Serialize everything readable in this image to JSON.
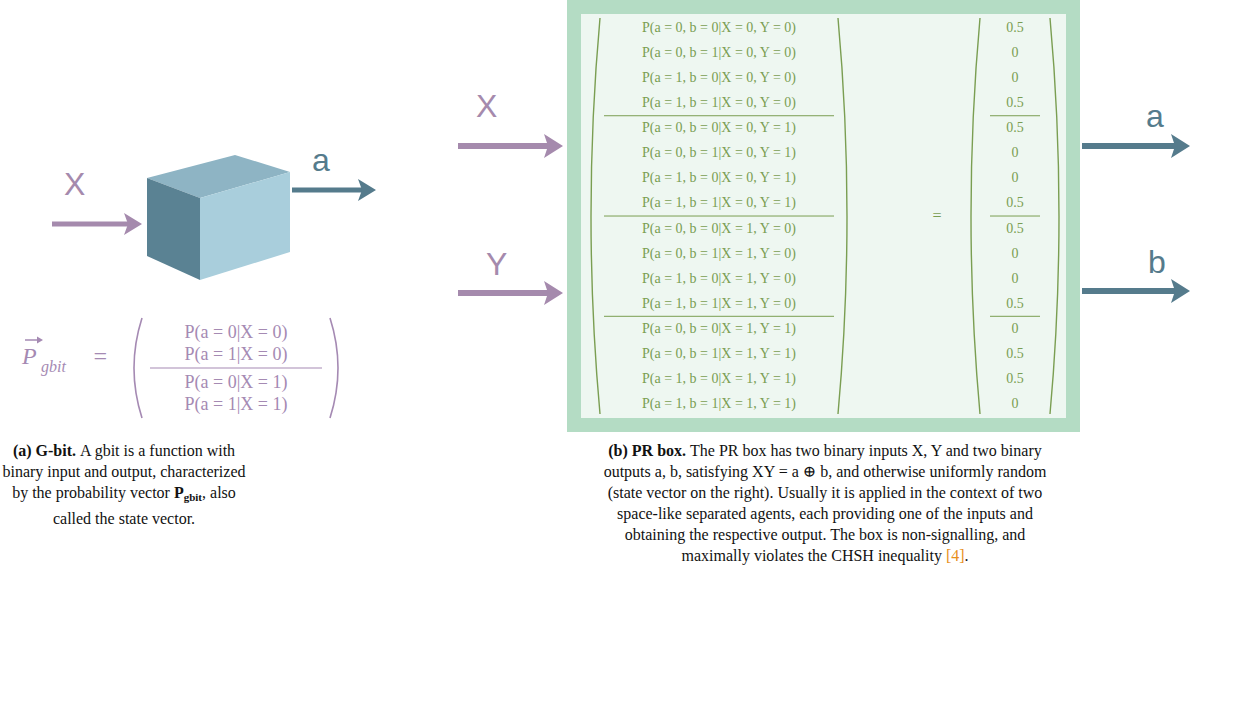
{
  "diagram": {
    "nodes": [
      {
        "text": [
          "P(a = 0, b = 0|X = 0, Y = 0)",
          "P(a = 0, b = 1|X = 0, Y = 0)",
          "P(a = 1, b = 0|X = 0, Y = 0)",
          "P(a = 1, b = 1|X = 0, Y = 0)",
          "P(a = 0, b = 0|X = 0, Y = 1)",
          "P(a = 0, b = 1|X = 0, Y = 1)",
          "P(a = 1, b = 0|X = 0, Y = 1)",
          "P(a = 1, b = 1|X = 0, Y = 1)",
          "P(a = 0, b = 0|X = 1, Y = 0)",
          "P(a = 0, b = 1|X = 1, Y = 0)",
          "P(a = 1, b = 0|X = 1, Y = 0)",
          "P(a = 1, b = 1|X = 1, Y = 0)",
          "P(a = 0, b = 0|X = 1, Y = 1)",
          "P(a = 0, b = 1|X = 1, Y = 1)",
          "P(a = 1, b = 0|X = 1, Y = 1)",
          "P(a = 1, b = 1|X = 1, Y = 1)",
          "=",
          "0.5",
          "0",
          "0",
          "0.5",
          "0.5",
          "0",
          "0",
          "0.5",
          "0.5",
          "0",
          "0",
          "0.5",
          "0",
          "0.5",
          "0.5",
          "0"
        ]
      }
    ],
    "labels": [
      "X",
      "a",
      "P",
      "gbit",
      "=",
      "P(a = 0|X = 0)",
      "P(a = 1|X = 0)",
      "P(a = 0|X = 1)",
      "P(a = 1|X = 1)",
      "(a) G-bit.",
      "A gbit is a function with binary input and output, characterized by the probability vector",
      "P",
      "gbit",
      ", also called the state vector.",
      "X",
      "Y",
      "a",
      "b",
      "(b) PR box.",
      "The PR box has two binary inputs X, Y and two binary outputs a, b, satisfying XY = a ⊕ b, and otherwise uniformly random (state vector on the right). Usually it is applied in the context of two space-like separated agents, each providing one of the inputs and obtaining the respective output. The box is non-signalling, and maximally violates the CHSH inequality",
      "[4]",
      "."
    ]
  }
}
